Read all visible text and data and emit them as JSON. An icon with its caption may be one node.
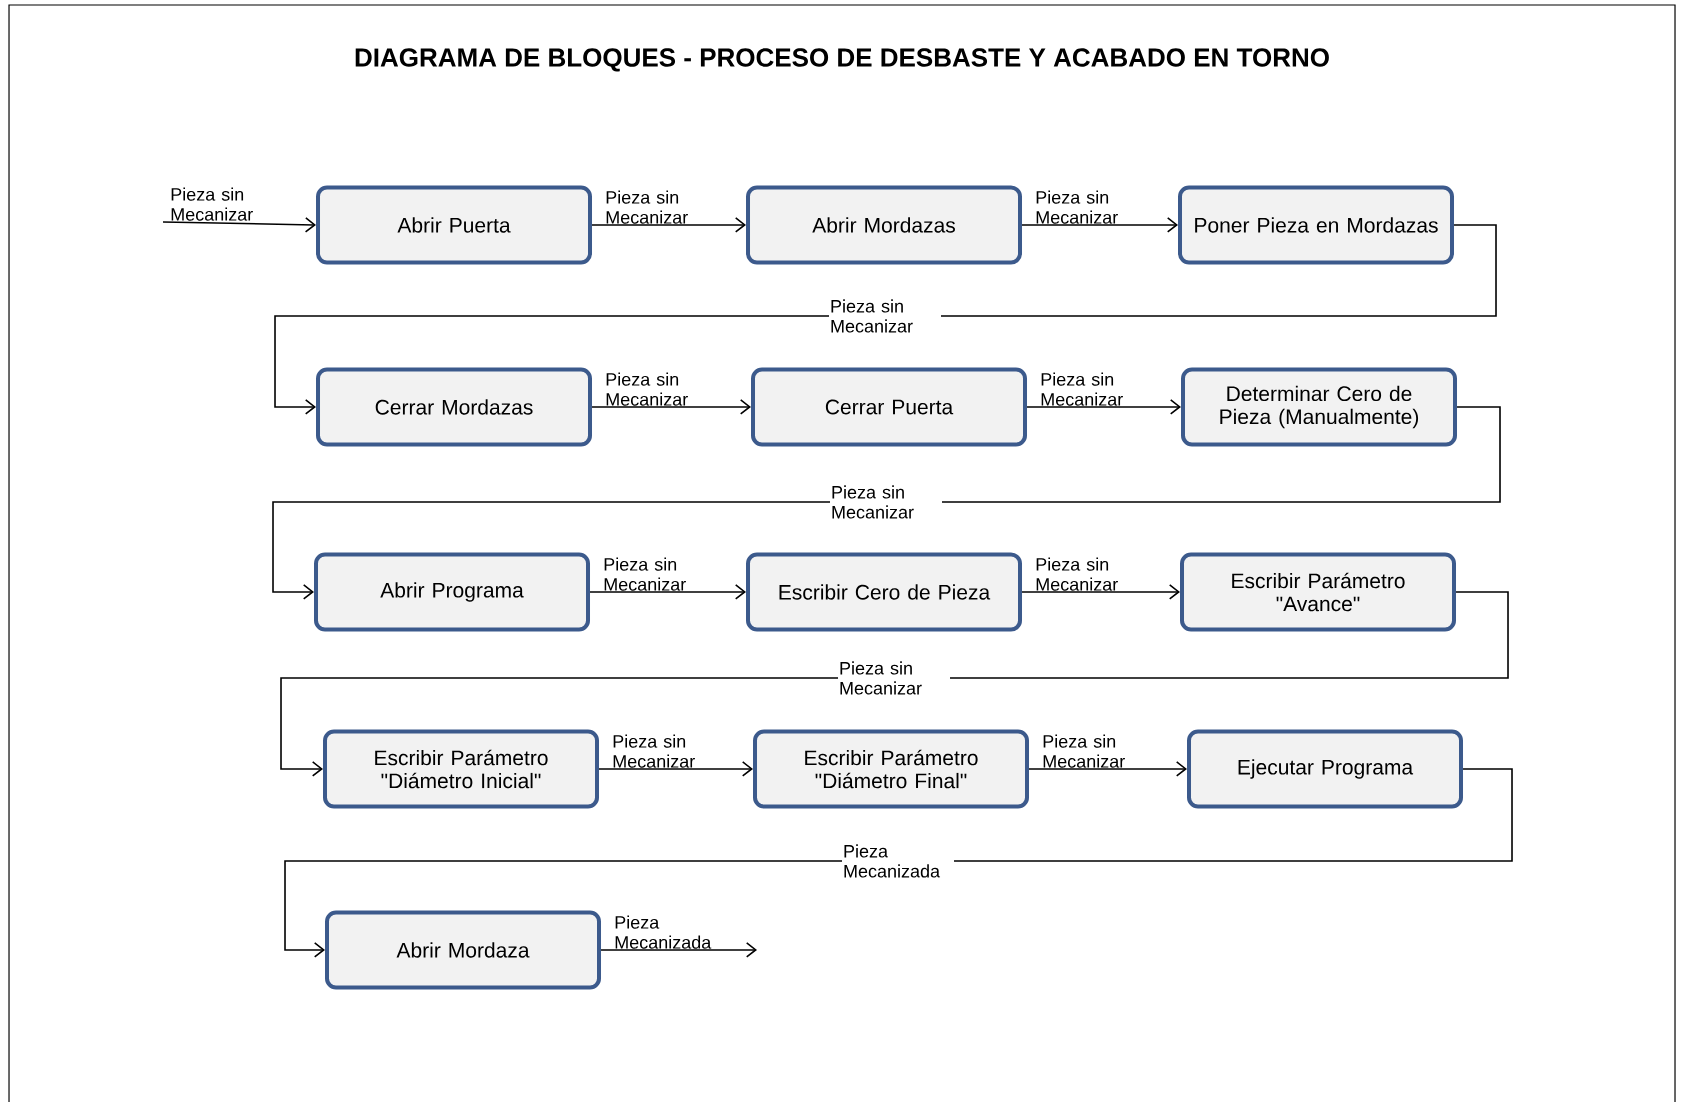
{
  "diagram": {
    "title": "DIAGRAMA DE BLOQUES - PROCESO DE DESBASTE Y ACABADO EN TORNO",
    "nodes": [
      {
        "text": [
          "Abrir Puerta"
        ]
      },
      {
        "text": [
          "Abrir Mordazas"
        ]
      },
      {
        "text": [
          "Poner Pieza en Mordazas"
        ]
      },
      {
        "text": [
          "Cerrar Mordazas"
        ]
      },
      {
        "text": [
          "Cerrar Puerta"
        ]
      },
      {
        "text": [
          "Determinar Cero de Pieza (Manualmente)"
        ]
      },
      {
        "text": [
          "Abrir Programa"
        ]
      },
      {
        "text": [
          "Escribir Cero de Pieza"
        ]
      },
      {
        "text": [
          "Escribir Parámetro \"Avance\""
        ]
      },
      {
        "text": [
          "Escribir Parámetro \"Diámetro Inicial\""
        ]
      },
      {
        "text": [
          "Escribir Parámetro \"Diámetro Final\""
        ]
      },
      {
        "text": [
          "Ejecutar Programa"
        ]
      },
      {
        "text": [
          "Abrir Mordaza"
        ]
      }
    ],
    "edges": [
      {
        "from": null,
        "to": 0,
        "arrow": "to",
        "label": "Pieza sin Mecanizar"
      },
      {
        "from": 0,
        "to": 1,
        "arrow": "to",
        "label": "Pieza sin Mecanizar"
      },
      {
        "from": 1,
        "to": 2,
        "arrow": "to",
        "label": "Pieza sin Mecanizar"
      },
      {
        "from": 2,
        "to": 3,
        "arrow": "to",
        "label": "Pieza sin Mecanizar"
      },
      {
        "from": 3,
        "to": 4,
        "arrow": "to",
        "label": "Pieza sin Mecanizar"
      },
      {
        "from": 4,
        "to": 5,
        "arrow": "to",
        "label": "Pieza sin Mecanizar"
      },
      {
        "from": 5,
        "to": 6,
        "arrow": "to",
        "label": "Pieza sin Mecanizar"
      },
      {
        "from": 6,
        "to": 7,
        "arrow": "to",
        "label": "Pieza sin Mecanizar"
      },
      {
        "from": 7,
        "to": 8,
        "arrow": "to",
        "label": "Pieza sin Mecanizar"
      },
      {
        "from": 8,
        "to": 9,
        "arrow": "to",
        "label": "Pieza sin Mecanizar"
      },
      {
        "from": 9,
        "to": 10,
        "arrow": "to",
        "label": "Pieza sin Mecanizar"
      },
      {
        "from": 10,
        "to": 11,
        "arrow": "to",
        "label": "Pieza sin Mecanizar"
      },
      {
        "from": 11,
        "to": 12,
        "arrow": "to",
        "label": "Pieza Mecanizada"
      },
      {
        "from": 12,
        "to": null,
        "arrow": "to",
        "label": "Pieza Mecanizada"
      }
    ]
  }
}
